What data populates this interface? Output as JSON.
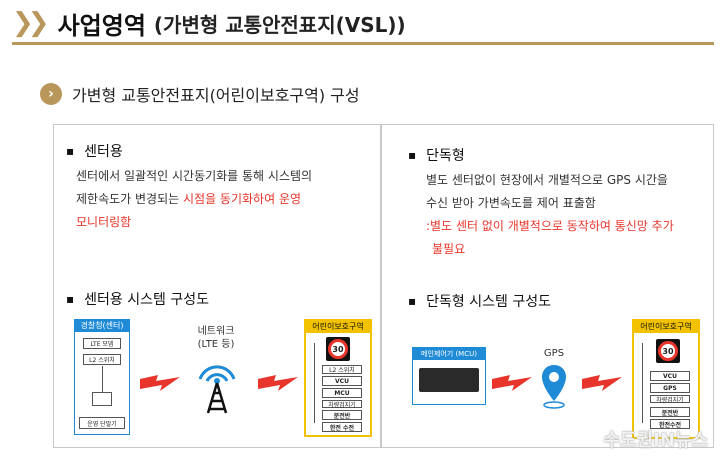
{
  "header": {
    "title": "사업영역",
    "subtitle": "(가변형 교통안전표지(VSL))"
  },
  "section": {
    "title": "가변형 교통안전표지(어린이보호구역) 구성"
  },
  "center": {
    "title": "센터용",
    "body_l1": "센터에서  일괄적인 시간동기화를 통해 시스템의",
    "body_l2_a": "제한속도가 변경되는 ",
    "body_l2_b": "시점을 동기화하여  운영",
    "body_l3": "모니터링함",
    "diagram_title": "센터용 시스템 구성도",
    "police_box": "경찰청(센터)",
    "lte_modem": "LTE 모뎀",
    "l2_switch": "L2 스위치",
    "terminal": "운영 단말기",
    "network_l1": "네트워크",
    "network_l2": "(LTE 등)",
    "zone_box": "어린이보호구역",
    "vsl_speed": "30",
    "z_l2": "L2 스위치",
    "z_vcu": "VCU",
    "z_mcu": "MCU",
    "z_detector": "차량검지기",
    "z_dist": "분전반",
    "z_power": "한전 수전"
  },
  "standalone": {
    "title": "단독형",
    "body_l1": "별도 센터없이 현장에서 개별적으로  GPS 시간을",
    "body_l2": "수신 받아 가변속도를 제어 표출함",
    "body_l3": ":별도 센터 없이 개별적으로 동작하여 통신망 추가",
    "body_l4": "불필요",
    "diagram_title": "단독형 시스템 구성도",
    "mcu_box": "메인제어기 (MCU)",
    "gps": "GPS",
    "zone_box": "어린이보호구역",
    "vsl_speed": "30",
    "z_vcu": "VCU",
    "z_gps": "GPS",
    "z_detector": "차량검지기",
    "z_dist": "분전반",
    "z_power": "한전수전"
  },
  "watermark": "수도권IN뉴스",
  "colors": {
    "gold": "#b9975b",
    "red": "#e8352b",
    "yellow": "#f2c200",
    "blue": "#1f8ad6"
  }
}
